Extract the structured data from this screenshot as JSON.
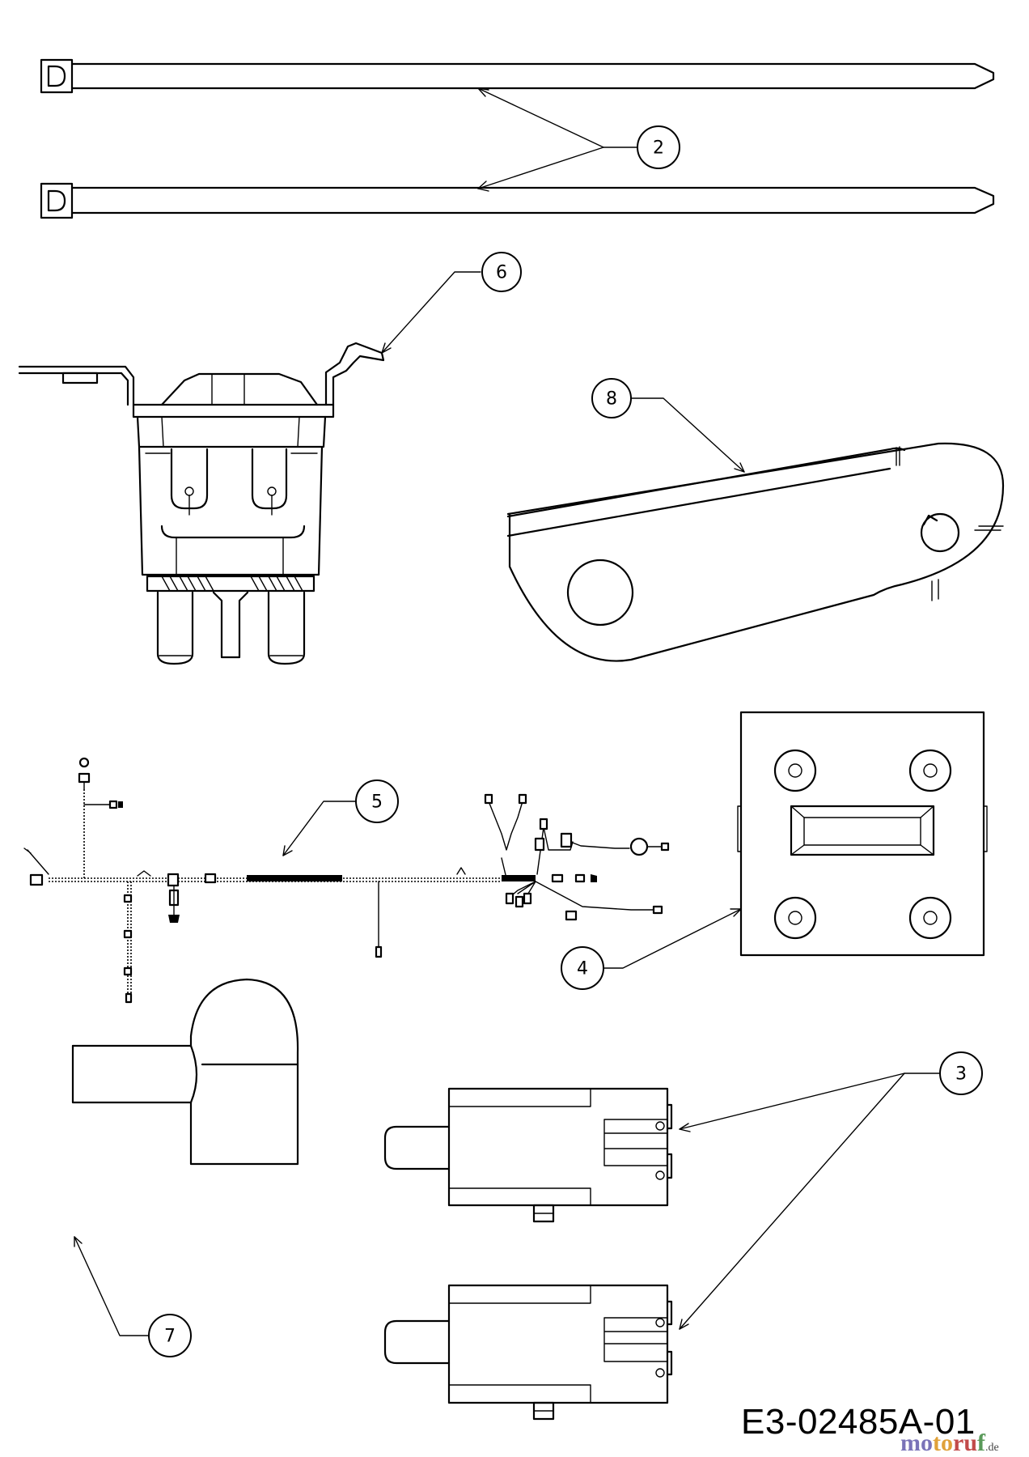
{
  "diagram": {
    "callouts": [
      {
        "id": "2",
        "label": "2"
      },
      {
        "id": "3",
        "label": "3"
      },
      {
        "id": "4",
        "label": "4"
      },
      {
        "id": "5",
        "label": "5"
      },
      {
        "id": "6",
        "label": "6"
      },
      {
        "id": "7",
        "label": "7"
      },
      {
        "id": "8",
        "label": "8"
      }
    ],
    "drawing_number": "E3-02485A-01",
    "watermark": {
      "part1": "mo",
      "part2": "to",
      "part3": "ru",
      "part4": "f",
      "tld": ".de"
    }
  }
}
